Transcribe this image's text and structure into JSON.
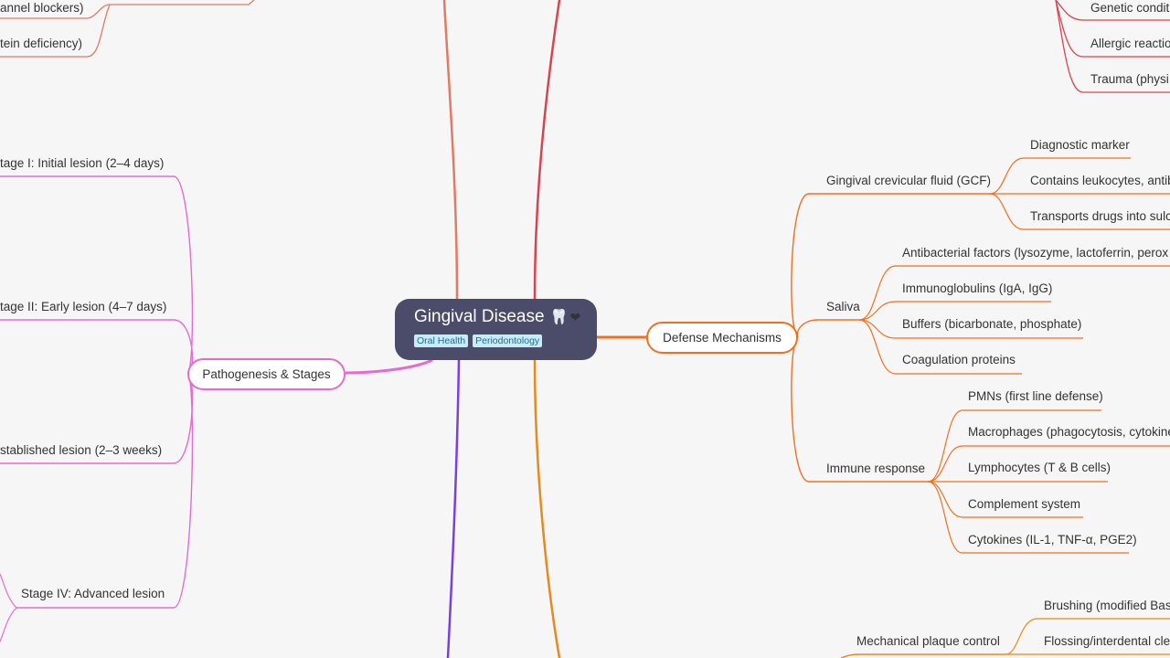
{
  "root": {
    "title": "Gingival Disease",
    "emoji_tooth": "🦷",
    "emoji_heart": "❤",
    "tags": [
      "Oral Health",
      "Periodontology"
    ]
  },
  "branches": {
    "defense": "Defense Mechanisms",
    "pathogenesis": "Pathogenesis & Stages"
  },
  "defense": {
    "gcf": {
      "label": "Gingival crevicular fluid (GCF)",
      "items": [
        "Diagnostic marker",
        "Contains leukocytes, antib",
        "Transports drugs into sulc"
      ]
    },
    "saliva": {
      "label": "Saliva",
      "items": [
        "Antibacterial factors (lysozyme, lactoferrin, perox",
        "Immunoglobulins (IgA, IgG)",
        "Buffers (bicarbonate, phosphate)",
        "Coagulation proteins"
      ]
    },
    "immune": {
      "label": "Immune response",
      "items": [
        "PMNs (first line defense)",
        "Macrophages (phagocytosis, cytokine",
        "Lymphocytes (T & B cells)",
        "Complement system",
        "Cytokines (IL-1, TNF-α, PGE2)"
      ]
    }
  },
  "top_right_items": [
    "Genetic condit",
    "Allergic reactio",
    "Trauma (physi"
  ],
  "top_left_items": [
    "annel blockers)",
    "tein deficiency)"
  ],
  "stages": [
    "tage I: Initial lesion (2–4 days)",
    "tage II: Early lesion (4–7 days)",
    "stablished lesion (2–3 weeks)",
    "Stage IV: Advanced lesion"
  ],
  "prevention": {
    "label": "Mechanical plaque control",
    "items": [
      "Brushing (modified Bas",
      "Flossing/interdental cle"
    ]
  },
  "colors": {
    "background": "#f6f6f7",
    "root": "#4a4c69",
    "defense": "#f07020",
    "pathogenesis": "#e46bd0",
    "top_right": "#d9434f",
    "top_left": "#e27a63",
    "violet": "#7a3fe0",
    "amber": "#e48a1e"
  }
}
